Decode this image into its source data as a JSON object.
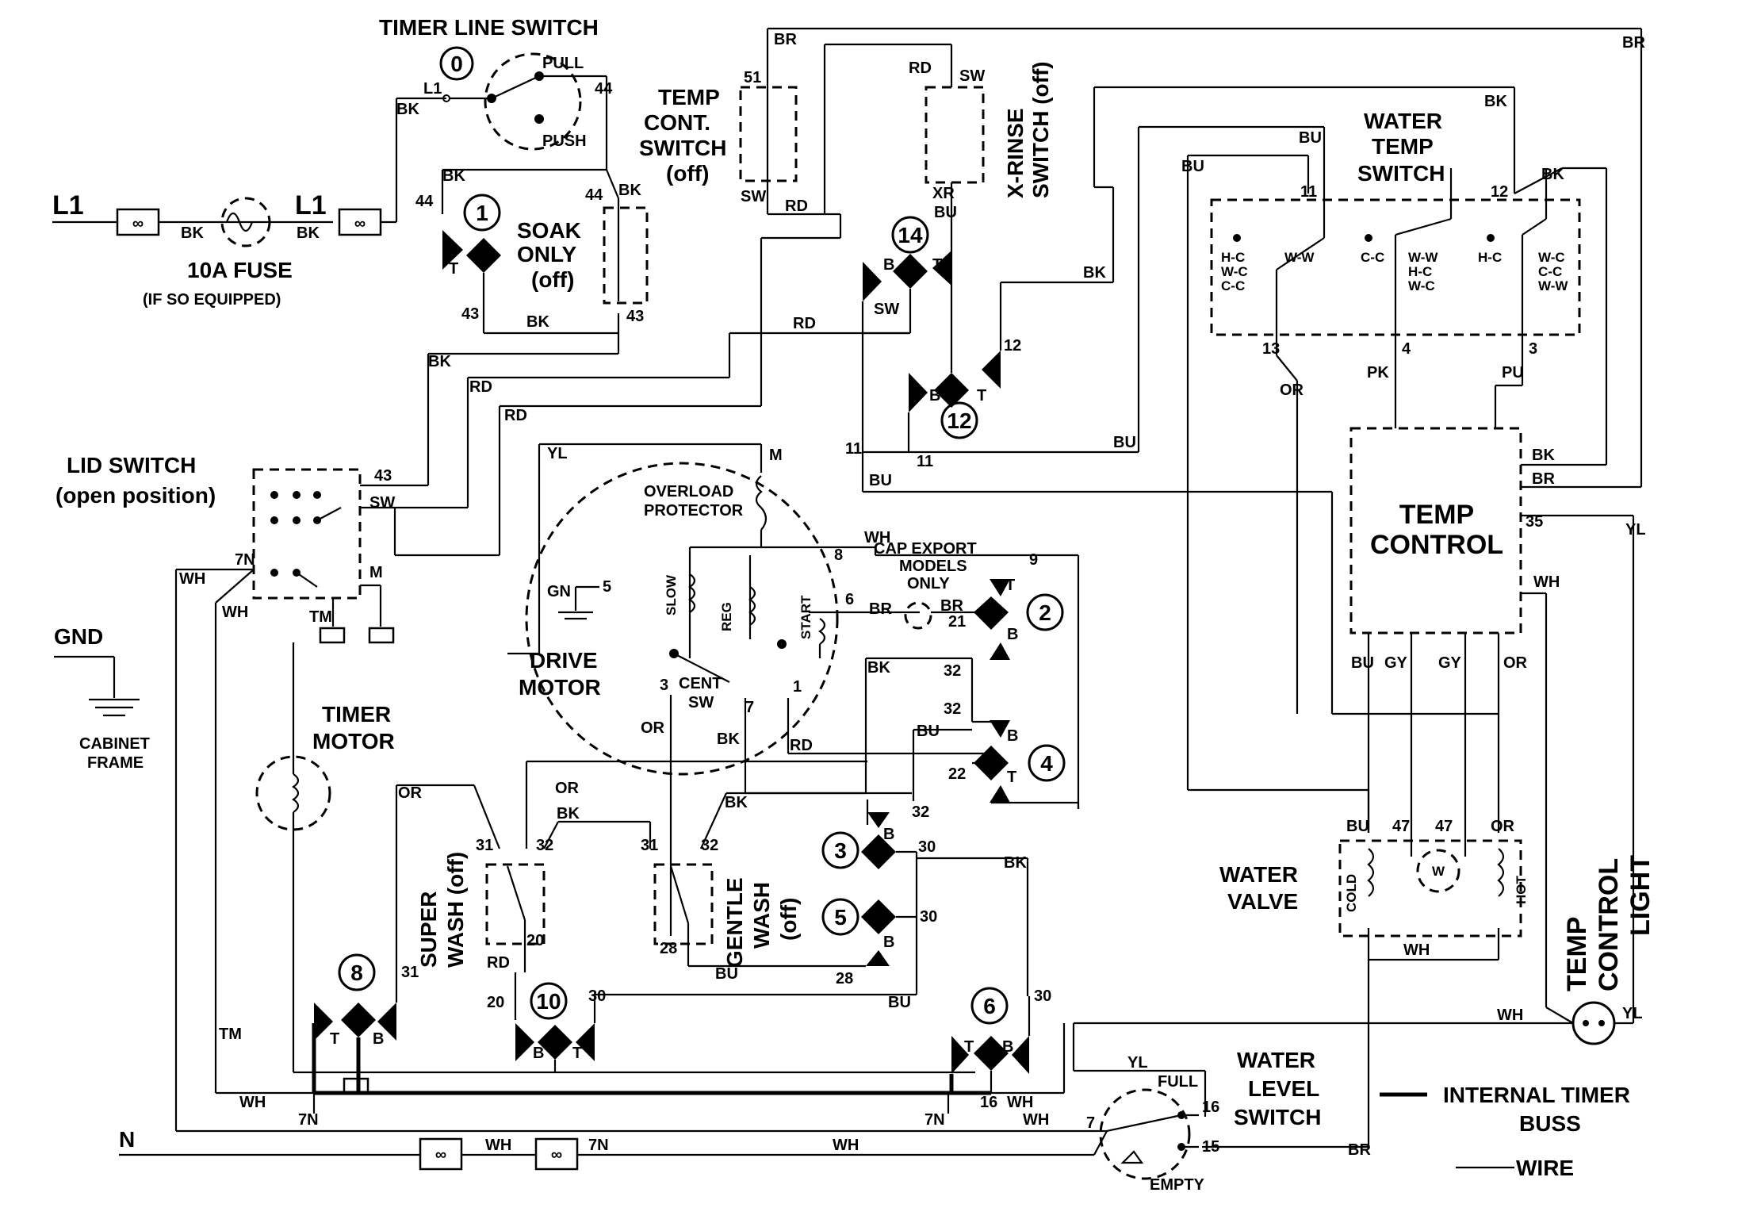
{
  "titles": {
    "timer_line_switch": "TIMER LINE SWITCH",
    "temp_cont_switch_1": "TEMP",
    "temp_cont_switch_2": "CONT.",
    "temp_cont_switch_3": "SWITCH",
    "temp_cont_switch_4": "(off)",
    "x_rinse": "X-RINSE",
    "x_rinse_2": "SWITCH (off)",
    "water_temp_1": "WATER",
    "water_temp_2": "TEMP",
    "water_temp_3": "SWITCH",
    "soak_1": "SOAK",
    "soak_2": "ONLY",
    "soak_3": "(off)",
    "fuse_1": "10A FUSE",
    "fuse_2": "(IF SO EQUIPPED)",
    "lid_1": "LID SWITCH",
    "lid_2": "(open position)",
    "gnd": "GND",
    "cabinet_1": "CABINET",
    "cabinet_2": "FRAME",
    "timer_motor_1": "TIMER",
    "timer_motor_2": "MOTOR",
    "drive_motor_1": "DRIVE",
    "drive_motor_2": "MOTOR",
    "overload_1": "OVERLOAD",
    "overload_2": "PROTECTOR",
    "cap_1": "CAP EXPORT",
    "cap_2": "MODELS",
    "cap_3": "ONLY",
    "temp_control_1": "TEMP",
    "temp_control_2": "CONTROL",
    "water_valve_1": "WATER",
    "water_valve_2": "VALVE",
    "temp_light_1": "TEMP",
    "temp_light_2": "CONTROL",
    "temp_light_3": "LIGHT",
    "super_wash_1": "SUPER",
    "super_wash_2": "WASH (off)",
    "gentle_wash_1": "GENTLE",
    "gentle_wash_2": "WASH",
    "gentle_wash_3": "(off)",
    "water_level_1": "WATER",
    "water_level_2": "LEVEL",
    "water_level_3": "SWITCH",
    "legend_buss_1": "INTERNAL TIMER",
    "legend_buss_2": "BUSS",
    "legend_wire": "WIRE"
  },
  "lines": {
    "l1": "L1",
    "n": "N"
  },
  "cams": {
    "c0": "0",
    "c1": "1",
    "c2": "2",
    "c3": "3",
    "c4": "4",
    "c5": "5",
    "c6": "6",
    "c8": "8",
    "c10": "10",
    "c12": "12",
    "c14": "14"
  },
  "wire_labels": {
    "bk": "BK",
    "rd": "RD",
    "yl": "YL",
    "wh": "WH",
    "bu": "BU",
    "br": "BR",
    "or": "OR",
    "gy": "GY",
    "pk": "PK",
    "pu": "PU",
    "tm": "TM",
    "gn": "GN",
    "sw": "SW",
    "xr": "XR",
    "m": "M",
    "t": "T",
    "b": "B"
  },
  "terminals": {
    "t5": "5",
    "t7": "7",
    "t7n": "7N",
    "t8": "8",
    "t9": "9",
    "t3": "3",
    "t4": "4",
    "t6": "6",
    "t11": "11",
    "t12": "12",
    "t13": "13",
    "t15": "15",
    "t16": "16",
    "t20": "20",
    "t21": "21",
    "t22": "22",
    "t28": "28",
    "t30": "30",
    "t31": "31",
    "t32": "32",
    "t35": "35",
    "t43": "43",
    "t44": "44",
    "t47": "47",
    "t51": "51",
    "t1": "1"
  },
  "switch_labels": {
    "pull": "PULL",
    "push": "PUSH",
    "full": "FULL",
    "empty": "EMPTY",
    "slow": "SLOW",
    "reg": "REG",
    "start": "START",
    "cent": "CENT",
    "cent_sw": "SW",
    "ww": "W-W",
    "hc": "H-C",
    "wc": "W-C",
    "cc": "C-C",
    "hot": "HOT",
    "cold": "COLD",
    "wm": "W"
  }
}
